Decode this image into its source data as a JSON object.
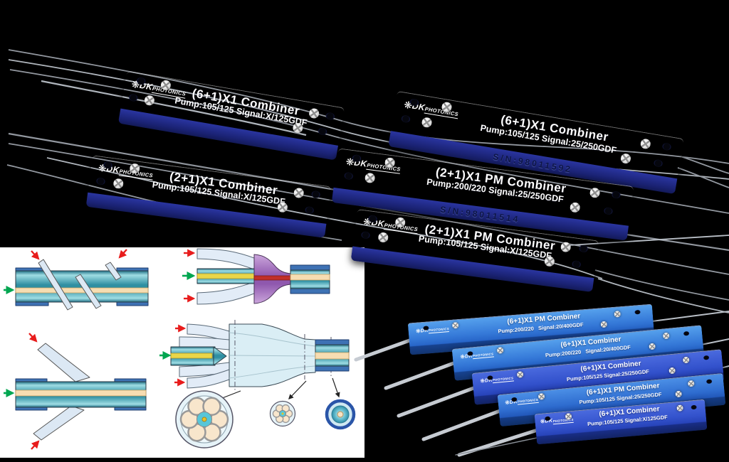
{
  "brand": {
    "mark": "❋",
    "name_bold": "DK",
    "name_light": "PHOTONICS"
  },
  "top_devices": [
    {
      "title": "(6+1)X1 Combiner",
      "spec": "Pump:105/125 Signal:X/125GDF",
      "serial": ""
    },
    {
      "title": "(2+1)X1 Combiner",
      "spec": "Pump:105/125 Signal:X/125GDF",
      "serial": ""
    },
    {
      "title": "(6+1)X1 Combiner",
      "spec": "Pump:105/125 Signal:25/250GDF",
      "serial": "S/N:98011592"
    },
    {
      "title": "(2+1)X1 PM Combiner",
      "spec": "Pump:200/220 Signal:25/250GDF",
      "serial": "S/N:98011514"
    },
    {
      "title": "(2+1)X1 PM Combiner",
      "spec": "Pump:105/125 Signal:X/125GDF",
      "serial": ""
    }
  ],
  "stack_devices": [
    {
      "title": "(6+1)X1 PM Combiner",
      "spec": "Pump:200/220   Signal:20/400GDF"
    },
    {
      "title": "(6+1)X1  Combiner",
      "spec": "Pump:200/220   Signal:20/400GDF"
    },
    {
      "title": "(6+1)X1 Combiner",
      "spec": "Pump:105/125 Signal:25/250GDF"
    },
    {
      "title": "(6+1)X1 PM Combiner",
      "spec": "Pump:105/125 Signal:25/250GDF"
    },
    {
      "title": "(6+1)X1 Combiner",
      "spec": "Pump:105/125 Signal:X/125GDF"
    }
  ],
  "colors": {
    "background": "#000000",
    "device_blue": "#3a47c4",
    "stack_blue": "#2f6dd0",
    "panel_background": "#ffffff",
    "fiber_gray": "#9aa0a8",
    "arrow_red": "#e81c1c",
    "arrow_green": "#00a650"
  }
}
